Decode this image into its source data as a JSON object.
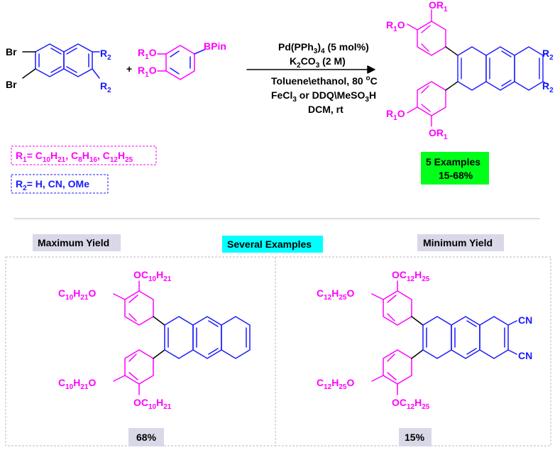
{
  "colors": {
    "magenta": "#ff00ff",
    "blue": "#1a1aff",
    "black": "#000000",
    "green_box": "#00ff19",
    "cyan_box": "#00ffff",
    "gray_box": "#d8d8e8"
  },
  "reactant1": {
    "Br": "Br",
    "R": "R",
    "sub2": "2"
  },
  "reactant2": {
    "R": "R",
    "sub1": "1",
    "O": "O",
    "BPin": "BPin"
  },
  "plus": "+",
  "conditions": {
    "line1": {
      "a": "Pd(PPh",
      "sub": "3",
      "b": ")",
      "sub2": "4",
      "c": " (5 mol%)"
    },
    "line2": {
      "a": "K",
      "sub": "2",
      "b": "CO",
      "sub2": "3",
      "c": " (2 M)"
    },
    "line3": {
      "a": "Toluene\\ethanol, 80 ",
      "sup": "o",
      "b": "C"
    },
    "line4": {
      "a": "FeCl",
      "sub": "3",
      "b": " or DDQ\\MeSO",
      "sub2": "3",
      "c": "H"
    },
    "line5": "DCM, rt"
  },
  "product": {
    "OR": "OR",
    "R": "R",
    "sub1": "1",
    "sub2": "2",
    "O": "O"
  },
  "r1_def": {
    "a": "R",
    "s1": "1",
    "b": "= C",
    "s2": "10",
    "c": "H",
    "s3": "21",
    "d": ", C",
    "s4": "8",
    "e": "H",
    "s5": "16",
    "f": ", C",
    "s6": "12",
    "g": "H",
    "s7": "25"
  },
  "r2_def": {
    "a": "R",
    "s1": "2",
    "b": "= H, CN, OMe"
  },
  "examples_box": {
    "line1": "5 Examples",
    "line2": "15-68%"
  },
  "labels": {
    "max": "Maximum Yield",
    "several": "Several Examples",
    "min": "Minimum Yield"
  },
  "ex1": {
    "OC": "OC",
    "C": "C",
    "H": "H",
    "O": "O",
    "s10": "10",
    "s21": "21",
    "yield": "68%"
  },
  "ex2": {
    "OC": "OC",
    "C": "C",
    "H": "H",
    "O": "O",
    "s12": "12",
    "s25": "25",
    "CN": "CN",
    "yield": "15%"
  }
}
